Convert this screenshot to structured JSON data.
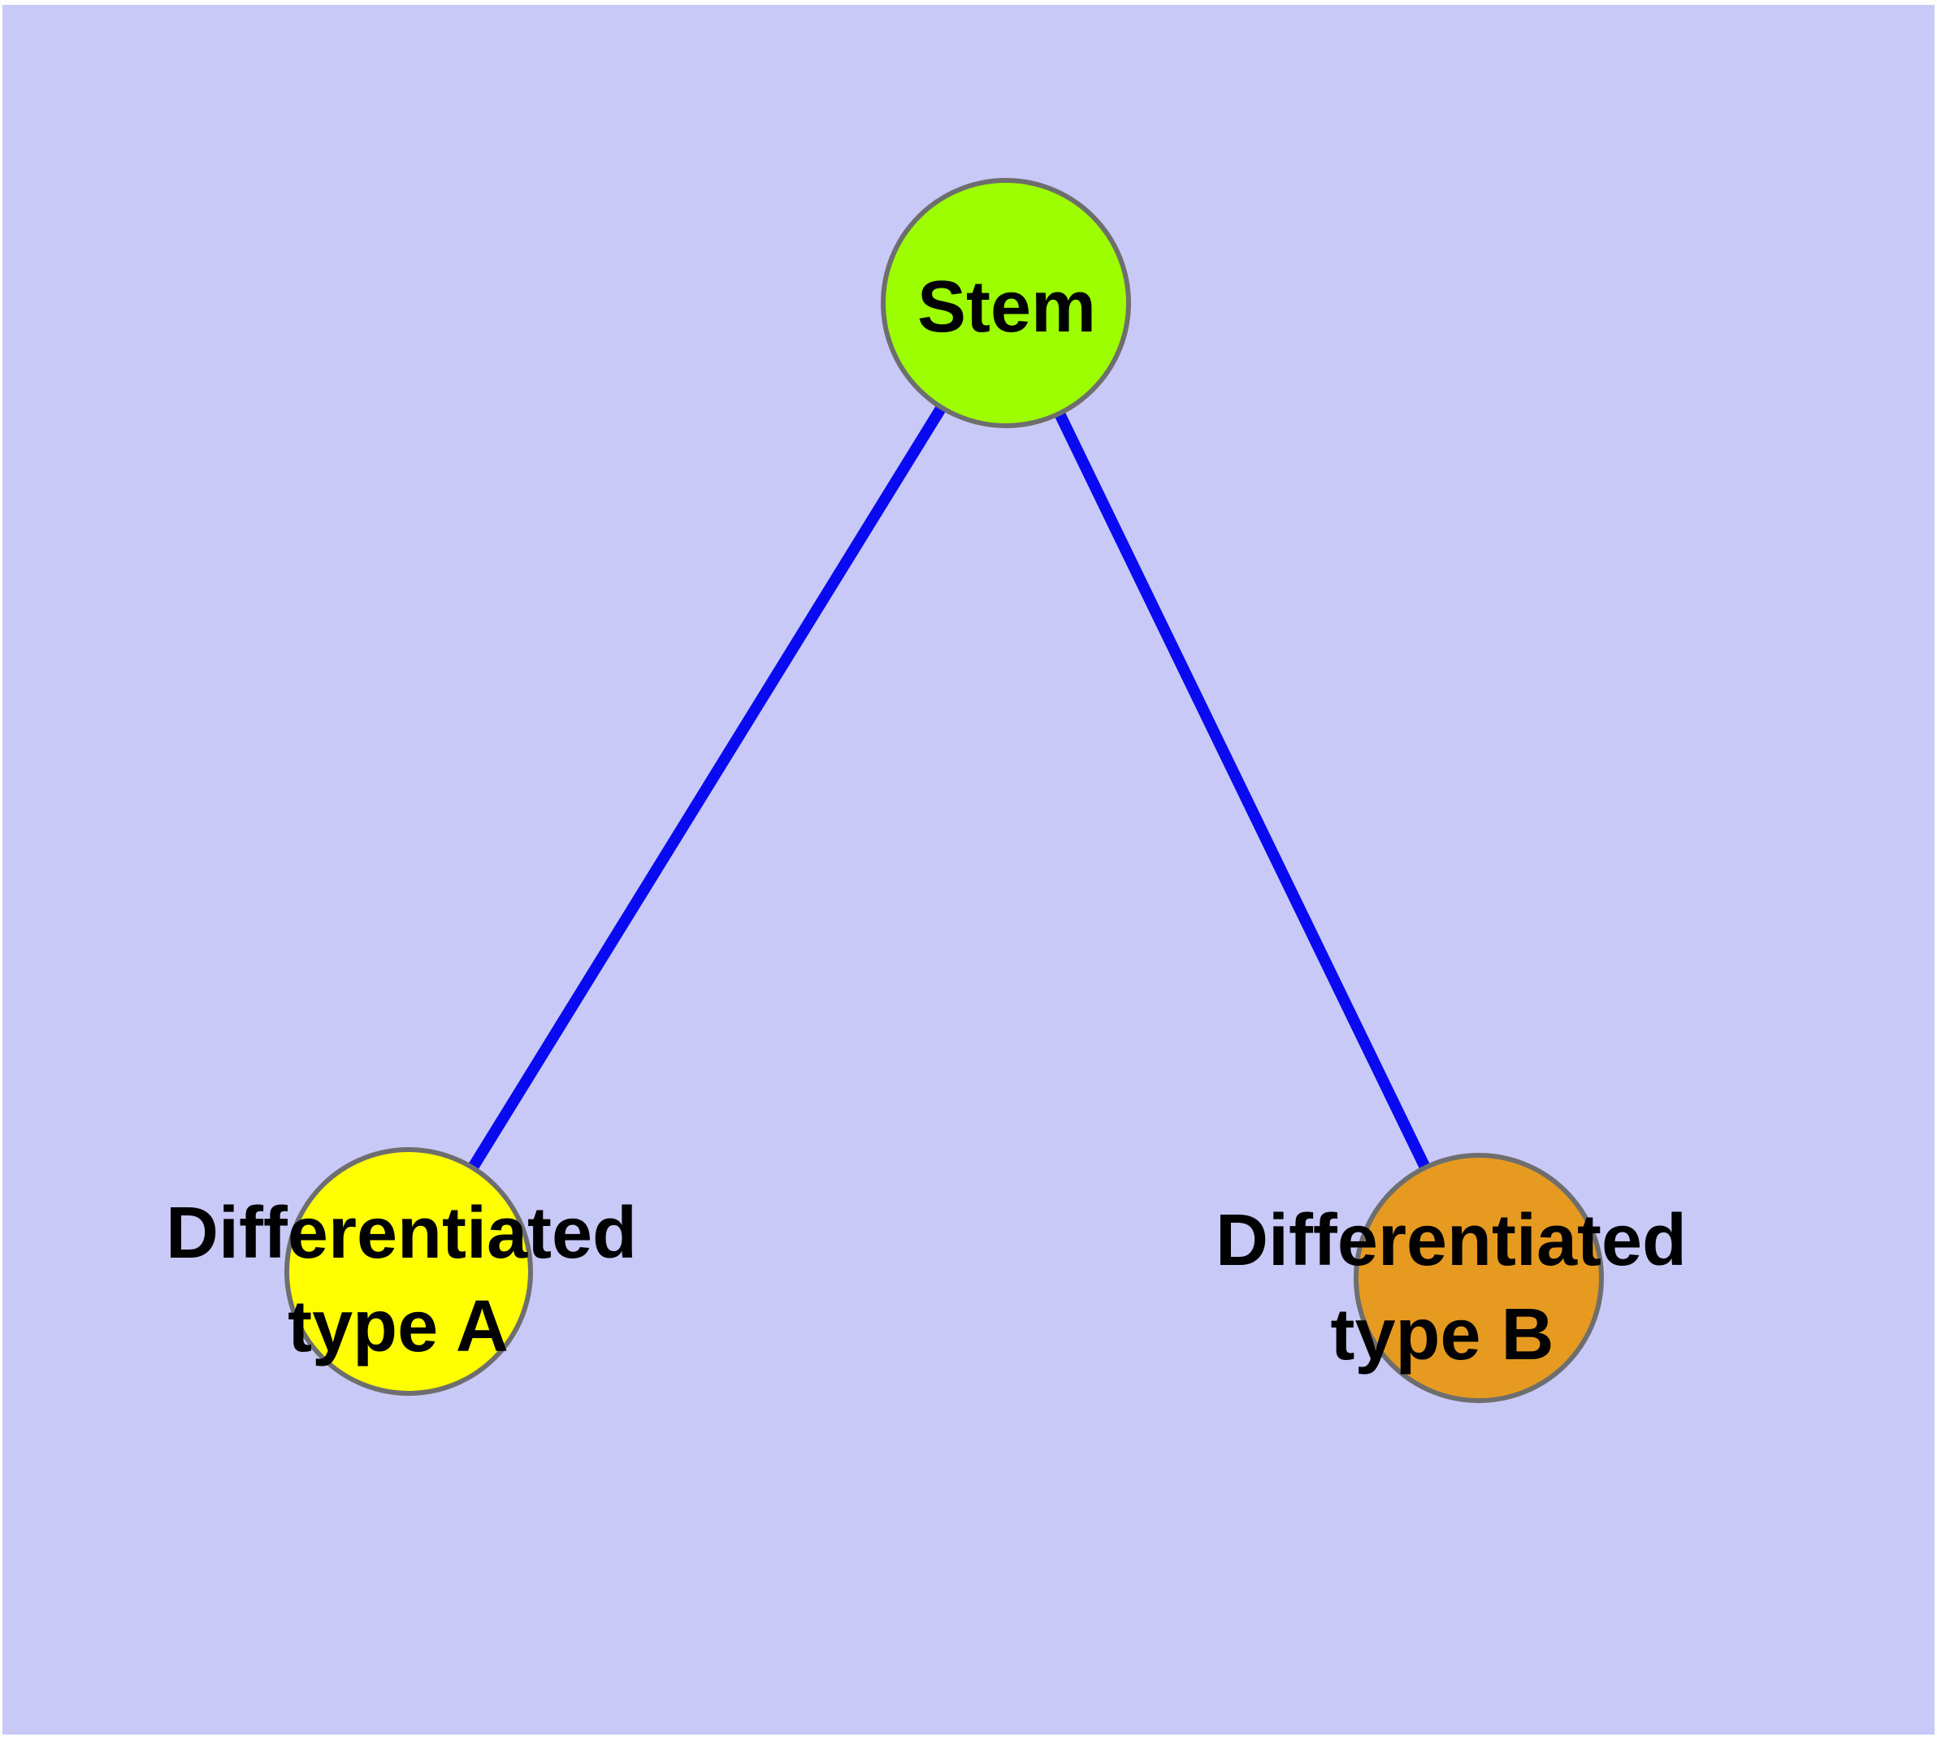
{
  "canvas": {
    "background": "#c9c9f8",
    "margin_color": "#ffffff"
  },
  "graph": {
    "type": "node-link-diagram",
    "edge_color": "#0a0af2",
    "node_border_color": "#6e6e6e",
    "label_color": "#000000",
    "nodes": [
      {
        "id": "stem",
        "label": "Stem",
        "fill": "#9cfe00"
      },
      {
        "id": "differentiated-type-a",
        "label_line1": "Differentiated",
        "label_line2": "type A",
        "fill": "#ffff00"
      },
      {
        "id": "differentiated-type-b",
        "label_line1": "Differentiated",
        "label_line2": "type B",
        "fill": "#e69b20"
      }
    ],
    "edges": [
      {
        "from": "Stem",
        "to": "Differentiated type A"
      },
      {
        "from": "Stem",
        "to": "Differentiated type B"
      }
    ]
  }
}
